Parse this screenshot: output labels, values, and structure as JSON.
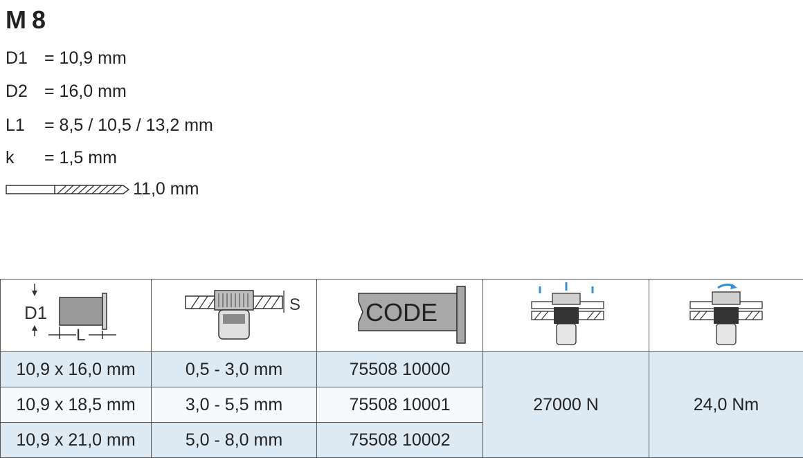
{
  "title": "M 8",
  "specs": [
    {
      "label": "D1",
      "value": "= 10,9 mm"
    },
    {
      "label": "D2",
      "value": "= 16,0 mm"
    },
    {
      "label": "L1",
      "value": "= 8,5 / 10,5 / 13,2 mm"
    },
    {
      "label": "k",
      "value": "= 1,5 mm"
    }
  ],
  "drill": {
    "icon": "drill-bit-icon",
    "value": "11,0 mm"
  },
  "table": {
    "headers": {
      "col1": {
        "icon": "rivet-nut-dimension-icon",
        "labels": [
          "D1",
          "L"
        ]
      },
      "col2": {
        "icon": "grip-range-icon",
        "labels": [
          "S"
        ]
      },
      "col3": {
        "icon": "code-icon",
        "labels": [
          "CODE"
        ]
      },
      "col4": {
        "icon": "tensile-force-icon"
      },
      "col5": {
        "icon": "torque-icon"
      }
    },
    "rows": [
      {
        "size": "10,9 x 16,0 mm",
        "grip": "0,5 - 3,0 mm",
        "code": "75508 10000"
      },
      {
        "size": "10,9 x 18,5 mm",
        "grip": "3,0 - 5,5 mm",
        "code": "75508 10001"
      },
      {
        "size": "10,9 x 21,0 mm",
        "grip": "5,0 - 8,0 mm",
        "code": "75508 10002"
      }
    ],
    "force": "27000 N",
    "torque": "24,0 Nm"
  },
  "colors": {
    "row_shade": "#dde9f3",
    "border": "#555555",
    "accent_blue": "#3a8fd0"
  }
}
